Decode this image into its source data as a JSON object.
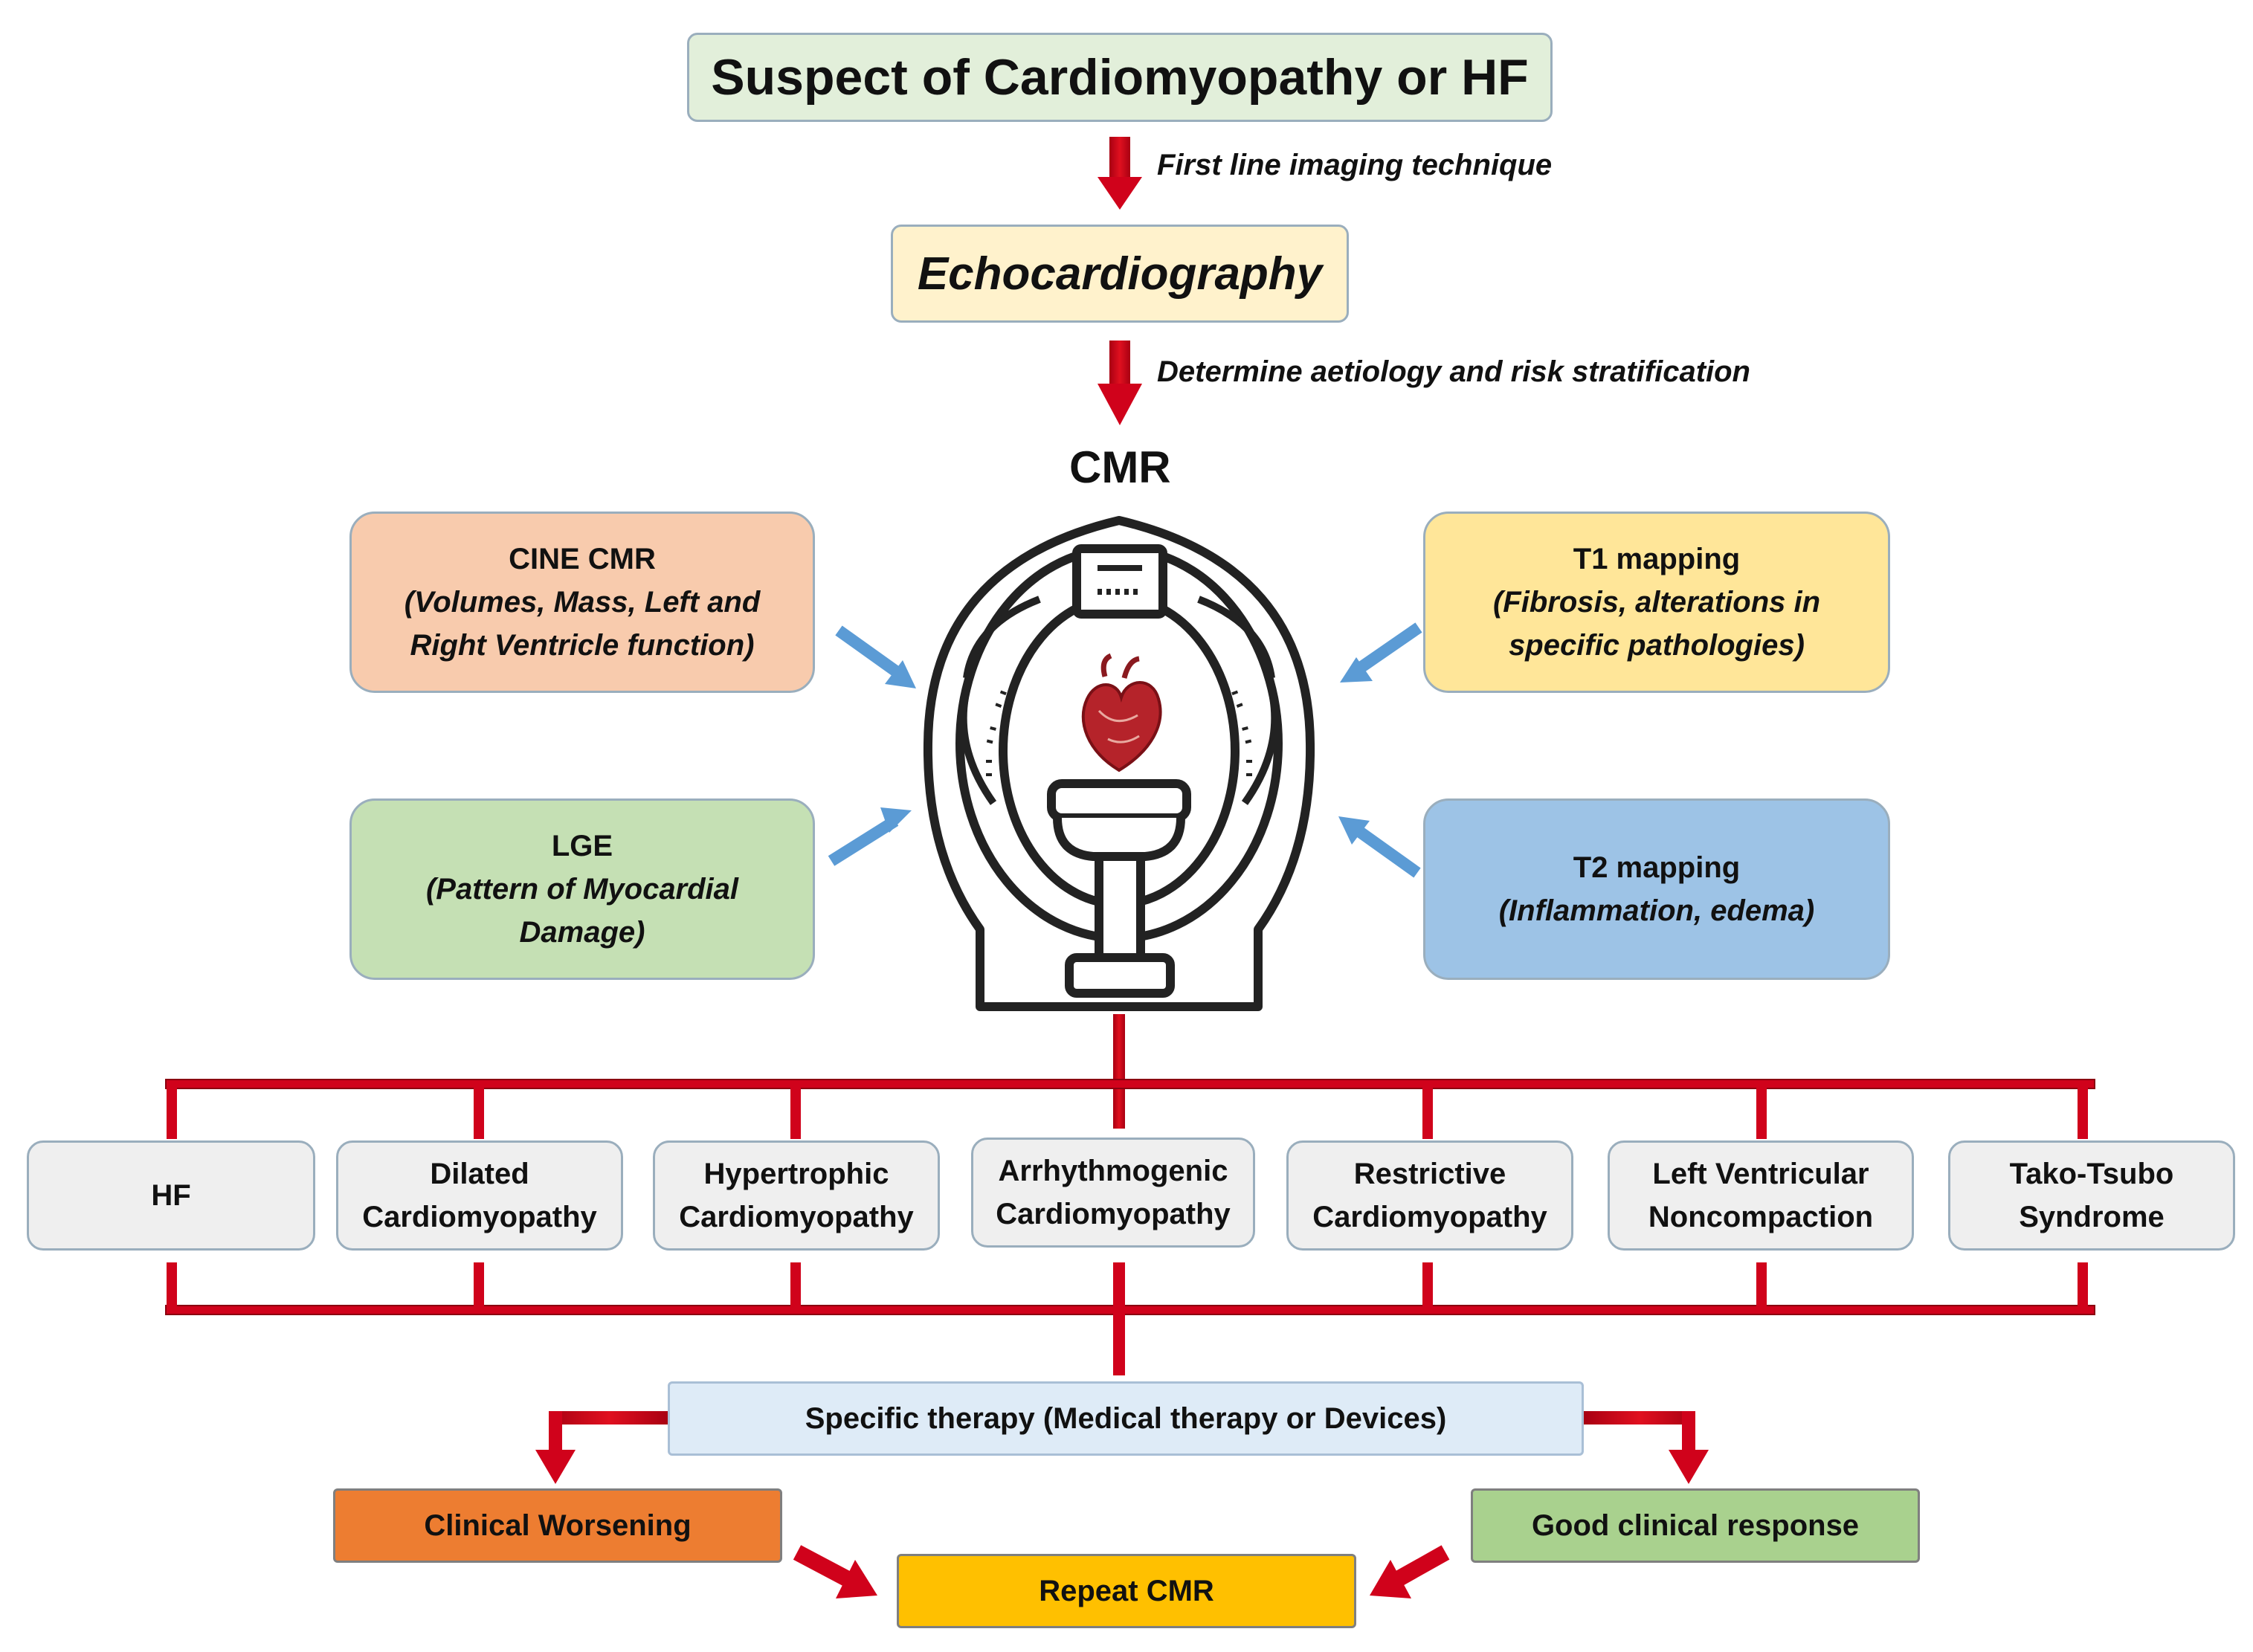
{
  "title": "Suspect of Cardiomyopathy or HF",
  "step1_label": "First line imaging technique",
  "echo": "Echocardiography",
  "step2_label": "Determine aetiology and risk stratification",
  "cmr_title": "CMR",
  "cmr_techniques": {
    "cine": {
      "title": "CINE CMR",
      "detail_line1": "(Volumes, Mass, Left and",
      "detail_line2": "Right Ventricle function)"
    },
    "lge": {
      "title": "LGE",
      "detail_line1": "(Pattern of Myocardial",
      "detail_line2": "Damage)"
    },
    "t1": {
      "title": "T1 mapping",
      "detail_line1": "(Fibrosis, alterations in",
      "detail_line2": "specific pathologies)"
    },
    "t2": {
      "title": "T2 mapping",
      "detail_line1": "(Inflammation, edema)"
    }
  },
  "conditions": [
    {
      "line1": "HF",
      "line2": ""
    },
    {
      "line1": "Dilated",
      "line2": "Cardiomyopathy"
    },
    {
      "line1": "Hypertrophic",
      "line2": "Cardiomyopathy"
    },
    {
      "line1": "Arrhythmogenic",
      "line2": "Cardiomyopathy"
    },
    {
      "line1": "Restrictive",
      "line2": "Cardiomyopathy"
    },
    {
      "line1": "Left Ventricular",
      "line2": "Noncompaction"
    },
    {
      "line1": "Tako-Tsubo",
      "line2": "Syndrome"
    }
  ],
  "therapy": "Specific therapy (Medical therapy or Devices)",
  "outcomes": {
    "worsening": "Clinical Worsening",
    "good": "Good clinical response",
    "repeat": "Repeat CMR"
  },
  "colors": {
    "title_fill": "#e2efda",
    "echo_fill": "#fff2cc",
    "cine_fill": "#f8cbad",
    "lge_fill": "#c5e0b4",
    "t1_fill": "#ffe699",
    "t2_fill": "#9dc3e6",
    "condition_fill": "#efefef",
    "therapy_fill": "#deebf7",
    "worsening_fill": "#ed7d31",
    "good_fill": "#a9d18e",
    "repeat_fill": "#ffc000",
    "connector_red": "#d0021b",
    "arrow_blue": "#5b9bd5"
  }
}
